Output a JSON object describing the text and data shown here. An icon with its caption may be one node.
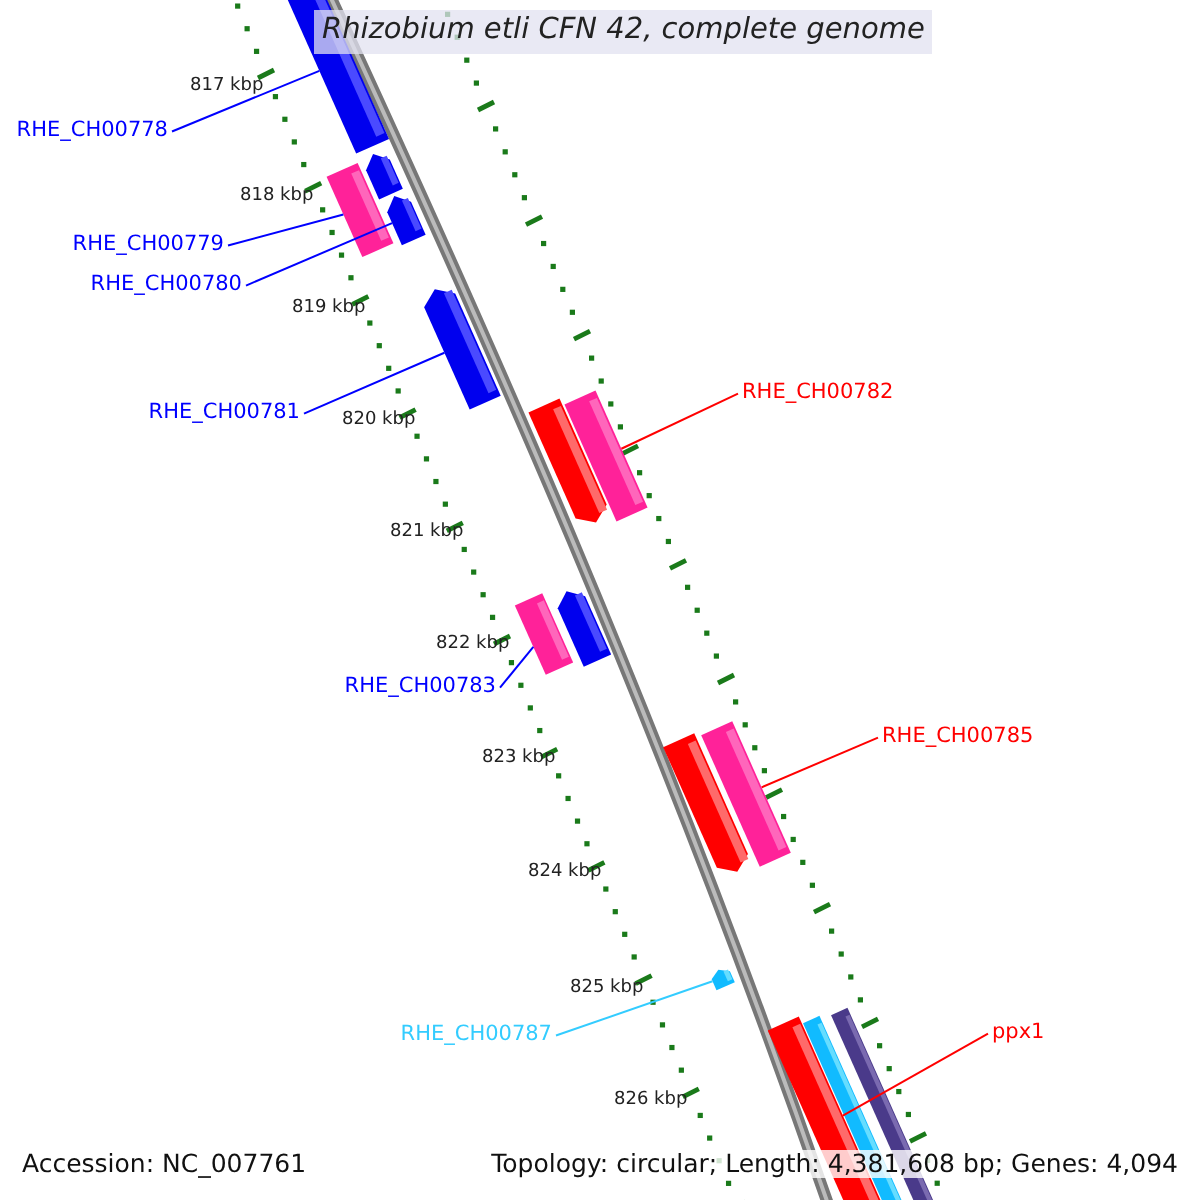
{
  "diagram": {
    "title": "Rhizobium etli CFN 42, complete genome",
    "nodes": [
      {
        "text": [
          "RHE_CH00778"
        ]
      },
      {
        "text": [
          "RHE_CH00779"
        ]
      },
      {
        "text": [
          "RHE_CH00780"
        ]
      },
      {
        "text": [
          "RHE_CH00781"
        ]
      },
      {
        "text": [
          "RHE_CH00782"
        ]
      },
      {
        "text": [
          "RHE_CH00783"
        ]
      },
      {
        "text": [
          "RHE_CH00785"
        ]
      },
      {
        "text": [
          "RHE_CH00787"
        ]
      },
      {
        "text": [
          "ppx1"
        ]
      },
      {
        "text": [],
        "shape": "bar"
      },
      {
        "text": [],
        "shape": "bar"
      },
      {
        "text": [],
        "shape": "bar"
      },
      {
        "text": [],
        "shape": "bar"
      },
      {
        "text": [],
        "shape": "bar"
      },
      {
        "text": [],
        "shape": "bar"
      },
      {
        "text": [],
        "shape": "bar"
      },
      {
        "text": [],
        "shape": "bar"
      },
      {
        "text": [],
        "shape": "bar"
      },
      {
        "text": [],
        "shape": "bar"
      },
      {
        "text": [],
        "shape": "bar"
      },
      {
        "text": [],
        "shape": "bar"
      },
      {
        "text": [],
        "shape": "bar"
      },
      {
        "text": [],
        "shape": "bar"
      },
      {
        "text": [],
        "shape": "bar"
      }
    ],
    "edges": [
      {
        "from": 0,
        "to": 9,
        "arrow": "none"
      },
      {
        "from": 1,
        "to": 10,
        "arrow": "none"
      },
      {
        "from": 2,
        "to": 11,
        "arrow": "none"
      },
      {
        "from": 3,
        "to": 12,
        "arrow": "none"
      },
      {
        "from": 4,
        "to": 13,
        "arrow": "none",
        "color": "#ff0000"
      },
      {
        "from": 5,
        "to": 14,
        "arrow": "none"
      },
      {
        "from": 6,
        "to": 15,
        "arrow": "none",
        "color": "#ff0000"
      },
      {
        "from": 7,
        "to": 16,
        "arrow": "none",
        "color": "#33ccff"
      },
      {
        "from": 8,
        "to": 17,
        "arrow": "none",
        "color": "#ff0000"
      }
    ],
    "labels": [
      "817 kbp",
      "818 kbp",
      "819 kbp",
      "820 kbp",
      "821 kbp",
      "822 kbp",
      "823 kbp",
      "824 kbp",
      "825 kbp",
      "826 kbp",
      "Accession: NC_007761",
      "Topology: circular; Length: 4,381,608 bp; Genes: 4,094"
    ]
  }
}
